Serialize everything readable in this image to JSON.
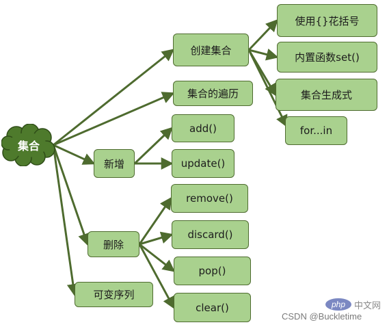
{
  "diagram": {
    "colors": {
      "node_fill": "#a9d18e",
      "node_border": "#4e6b2f",
      "arrow": "#4e6b2f",
      "root_fill": "#4e7a2c"
    },
    "root": {
      "label": "集合"
    },
    "nodes": {
      "create": "创建集合",
      "curly": "使用{}花括号",
      "set_fn": "内置函数set()",
      "gen": "集合生成式",
      "traverse": "集合的遍历",
      "forin": "for...in",
      "add_group": "新增",
      "add": "add()",
      "update": "update()",
      "delete_group": "删除",
      "remove": "remove()",
      "discard": "discard()",
      "pop": "pop()",
      "clear": "clear()",
      "mutable": "可变序列"
    },
    "edges": [
      [
        "root",
        "create"
      ],
      [
        "root",
        "traverse"
      ],
      [
        "root",
        "add_group"
      ],
      [
        "root",
        "delete_group"
      ],
      [
        "root",
        "mutable"
      ],
      [
        "create",
        "curly"
      ],
      [
        "create",
        "set_fn"
      ],
      [
        "create",
        "gen"
      ],
      [
        "create",
        "forin"
      ],
      [
        "add_group",
        "add"
      ],
      [
        "add_group",
        "update"
      ],
      [
        "delete_group",
        "remove"
      ],
      [
        "delete_group",
        "discard"
      ],
      [
        "delete_group",
        "pop"
      ],
      [
        "delete_group",
        "clear"
      ]
    ]
  },
  "watermark": {
    "logo": "php",
    "site": "中文网",
    "credit": "CSDN @Buckletime"
  }
}
